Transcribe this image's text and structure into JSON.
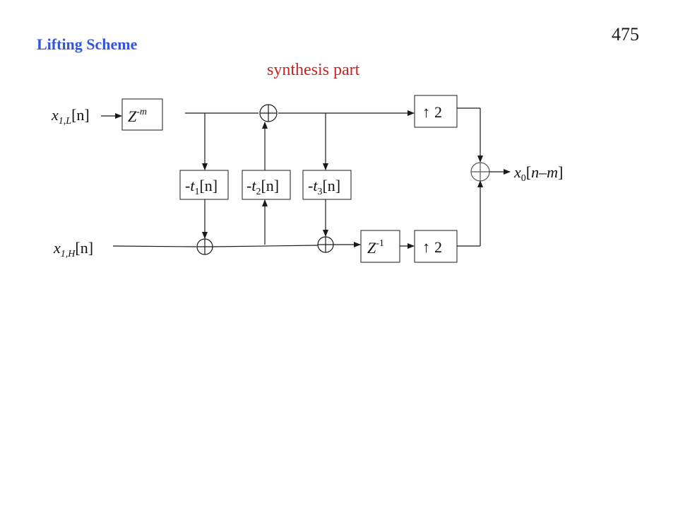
{
  "header": {
    "page_number": "475",
    "title": "Lifting Scheme",
    "subtitle": "synthesis part"
  },
  "colors": {
    "title": "#3355dd",
    "subtitle": "#cc2222",
    "line": "#1a1a1a"
  },
  "diagram": {
    "input_low": {
      "base": "x",
      "sub": "1,L",
      "arg": "[n]"
    },
    "input_high": {
      "base": "x",
      "sub": "1,H",
      "arg": "[n]"
    },
    "delay_low": {
      "base": "Z",
      "sup": "-m"
    },
    "delay_high": {
      "base": "Z",
      "sup": "-1"
    },
    "lift1": {
      "prefix": "-",
      "base": "t",
      "sub": "1",
      "arg": "[n]"
    },
    "lift2": {
      "prefix": "-",
      "base": "t",
      "sub": "2",
      "arg": "[n]"
    },
    "lift3": {
      "prefix": "-",
      "base": "t",
      "sub": "3",
      "arg": "[n]"
    },
    "upsample_top": {
      "arrow": "↑",
      "factor": "2"
    },
    "upsample_bottom": {
      "arrow": "↑",
      "factor": "2"
    },
    "output": {
      "base": "x",
      "sub": "0",
      "arg_open": "[",
      "arg_var": "n–m",
      "arg_close": "]"
    }
  }
}
